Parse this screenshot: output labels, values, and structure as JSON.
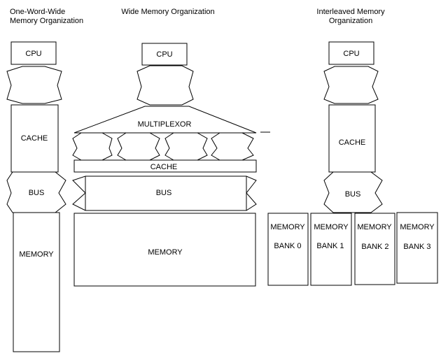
{
  "titles": {
    "one_word_line1": "One-Word-Wide",
    "one_word_line2": "Memory Organization",
    "wide": "Wide Memory Organization",
    "interleaved_line1": "Interleaved Memory",
    "interleaved_line2": "Organization"
  },
  "one_word": {
    "cpu": "CPU",
    "cache": "CACHE",
    "bus": "BUS",
    "memory": "MEMORY"
  },
  "wide": {
    "cpu": "CPU",
    "multiplexor": "MULTIPLEXOR",
    "cache": "CACHE",
    "bus": "BUS",
    "memory": "MEMORY"
  },
  "interleaved": {
    "cpu": "CPU",
    "cache": "CACHE",
    "bus": "BUS",
    "banks": [
      {
        "label": "MEMORY",
        "sub": "BANK 0"
      },
      {
        "label": "MEMORY",
        "sub": "BANK 1"
      },
      {
        "label": "MEMORY",
        "sub": "BANK 2"
      },
      {
        "label": "MEMORY",
        "sub": "BANK 3"
      }
    ]
  }
}
